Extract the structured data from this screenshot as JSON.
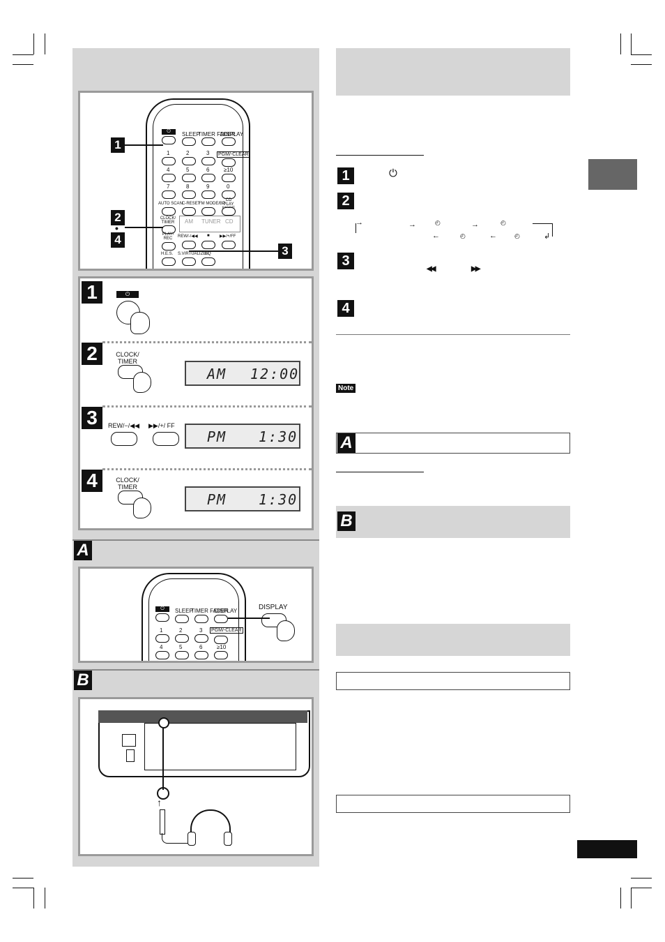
{
  "remote": {
    "row1": [
      "SLEEP",
      "TIMER FADER",
      "DISPLAY"
    ],
    "row2": [
      "1",
      "2",
      "3",
      "PGM/-CLEAR"
    ],
    "row3": [
      "4",
      "5",
      "6",
      "≥10"
    ],
    "row4": [
      "7",
      "8",
      "9",
      "0"
    ],
    "row5": [
      "AUTO SCAN",
      "C-RESET",
      "FM MODE/BP",
      "CD PLAY MODE"
    ],
    "row6": [
      "CLOCK/ TIMER",
      "AM",
      "TUNER",
      "CD"
    ],
    "row7": [
      "PLAY/ REC",
      "REW/-/◀◀",
      "■",
      "▶▶/+/FF"
    ],
    "row8": [
      "H.E.S.",
      "S.VIRTUALIZER",
      "EQ"
    ]
  },
  "steps": {
    "s1": "1",
    "s2": "2",
    "s3": "3",
    "s4": "4",
    "s24_dot": "•"
  },
  "panels": {
    "clock_timer_label": "CLOCK/ TIMER",
    "rew_label": "REW/−/◀◀",
    "ff_label": "▶▶/+/ FF",
    "display_label": "DISPLAY",
    "lcd2": {
      "ampm": "AM",
      "time": "12:00"
    },
    "lcd3": {
      "ampm": "PM",
      "time": "1:30"
    },
    "lcd4": {
      "ampm": "PM",
      "time": "1:30"
    }
  },
  "sections": {
    "A": "A",
    "B": "B"
  },
  "right": {
    "note_label": "Note",
    "skip_back_symbol": "◀◀",
    "skip_fwd_symbol": "▶▶"
  }
}
